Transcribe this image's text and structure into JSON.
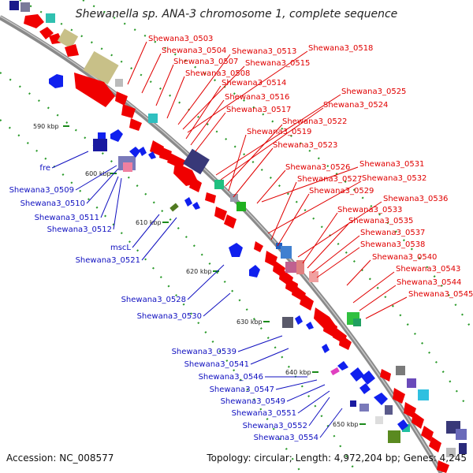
{
  "title": "Shewanella sp. ANA-3 chromosome 1, complete sequence",
  "footer": {
    "accession": "Accession: NC_008577",
    "summary": "Topology: circular; Length: 4,972,204 bp; Genes: 4,245"
  },
  "colors": {
    "forward_label": "#e00000",
    "reverse_label": "#1010c0",
    "backbone": "#8a8a8a",
    "feature_red": "#f00000",
    "feature_blue": "#1020ee"
  },
  "kbp_ticks": [
    "590 kbp",
    "600 kbp",
    "610 kbp",
    "620 kbp",
    "630 kbp",
    "640 kbp",
    "650 kbp"
  ],
  "forward_genes": [
    "Shewana3_0503",
    "Shewana3_0504",
    "Shewana3_0507",
    "Shewana3_0508",
    "Shewana3_0513",
    "Shewana3_0515",
    "Shewana3_0518",
    "Shewana3_0514",
    "Shewana3_0516",
    "Shewana3_0517",
    "Shewana3_0525",
    "Shewana3_0524",
    "Shewana3_0522",
    "Shewana3_0519",
    "Shewana3_0523",
    "Shewana3_0531",
    "Shewana3_0526",
    "Shewana3_0532",
    "Shewana3_0527",
    "Shewana3_0529",
    "Shewana3_0536",
    "Shewana3_0533",
    "Shewana3_0535",
    "Shewana3_0537",
    "Shewana3_0538",
    "Shewana3_0540",
    "Shewana3_0543",
    "Shewana3_0544",
    "Shewana3_0545"
  ],
  "reverse_genes": [
    "fre",
    "Shewana3_0509",
    "Shewana3_0510",
    "Shewana3_0511",
    "Shewana3_0512",
    "mscL",
    "Shewana3_0521",
    "Shewana3_0528",
    "Shewana3_0530",
    "Shewana3_0539",
    "Shewana3_0541",
    "Shewana3_0546",
    "Shewana3_0547",
    "Shewana3_0549",
    "Shewana3_0551",
    "Shewana3_0552",
    "Shewana3_0554"
  ]
}
